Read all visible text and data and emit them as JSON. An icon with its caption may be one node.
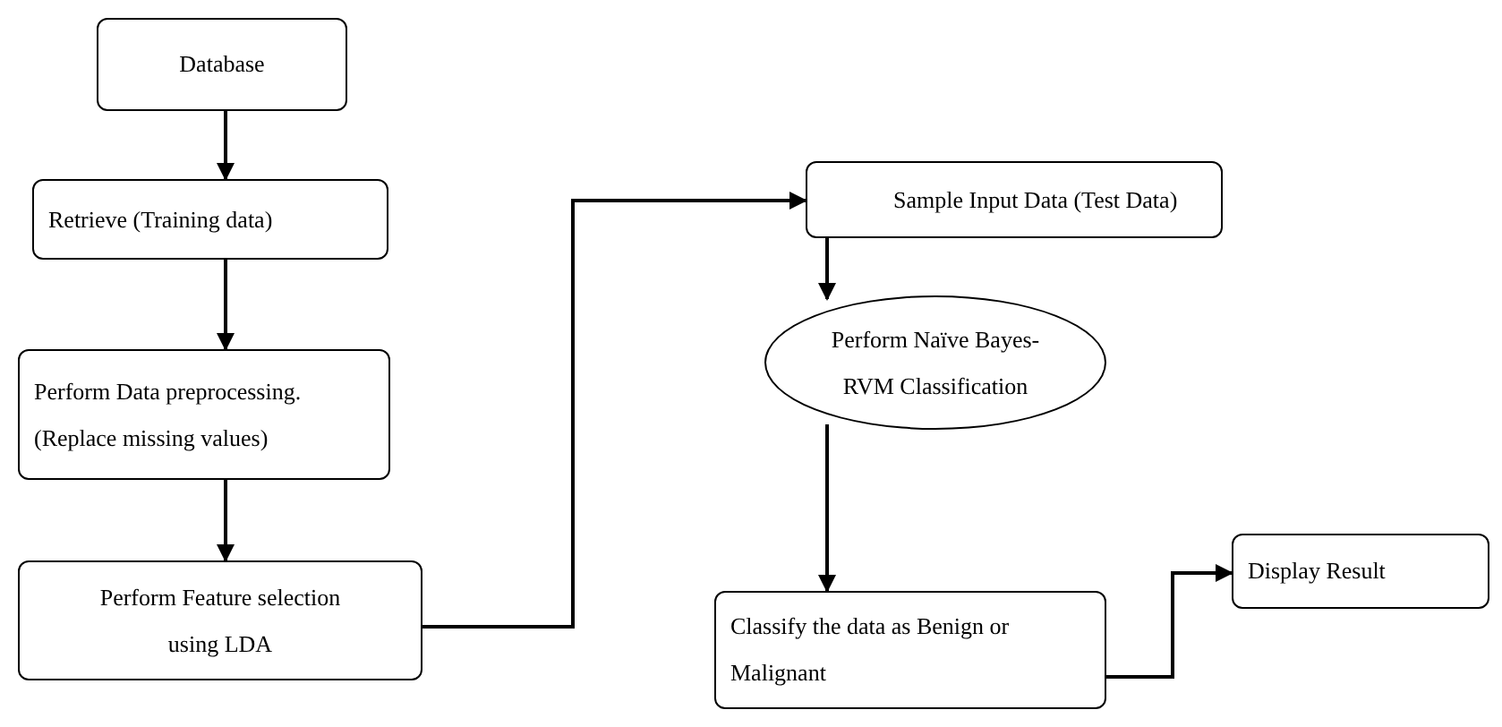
{
  "diagram": {
    "nodes": [
      {
        "text": [
          "Database"
        ]
      },
      {
        "text": [
          "Retrieve (Training data)"
        ]
      },
      {
        "text": [
          "Perform Data preprocessing. (Replace missing values)"
        ]
      },
      {
        "text": [
          "Perform Feature selection using LDA"
        ]
      },
      {
        "text": [
          "Sample Input Data (Test Data)"
        ]
      },
      {
        "text": [
          "Perform Naïve Bayes-RVM Classification"
        ]
      },
      {
        "text": [
          "Classify the data as Benign or Malignant"
        ]
      },
      {
        "text": [
          "Display Result"
        ]
      }
    ],
    "edges": [
      {
        "from": 0,
        "to": 1,
        "arrow": "to"
      },
      {
        "from": 1,
        "to": 2,
        "arrow": "to"
      },
      {
        "from": 2,
        "to": 3,
        "arrow": "to"
      },
      {
        "from": 3,
        "to": 4,
        "arrow": "to"
      },
      {
        "from": 4,
        "to": 5,
        "arrow": "to"
      },
      {
        "from": 5,
        "to": 6,
        "arrow": "to"
      },
      {
        "from": 6,
        "to": 7,
        "arrow": "to"
      }
    ]
  }
}
